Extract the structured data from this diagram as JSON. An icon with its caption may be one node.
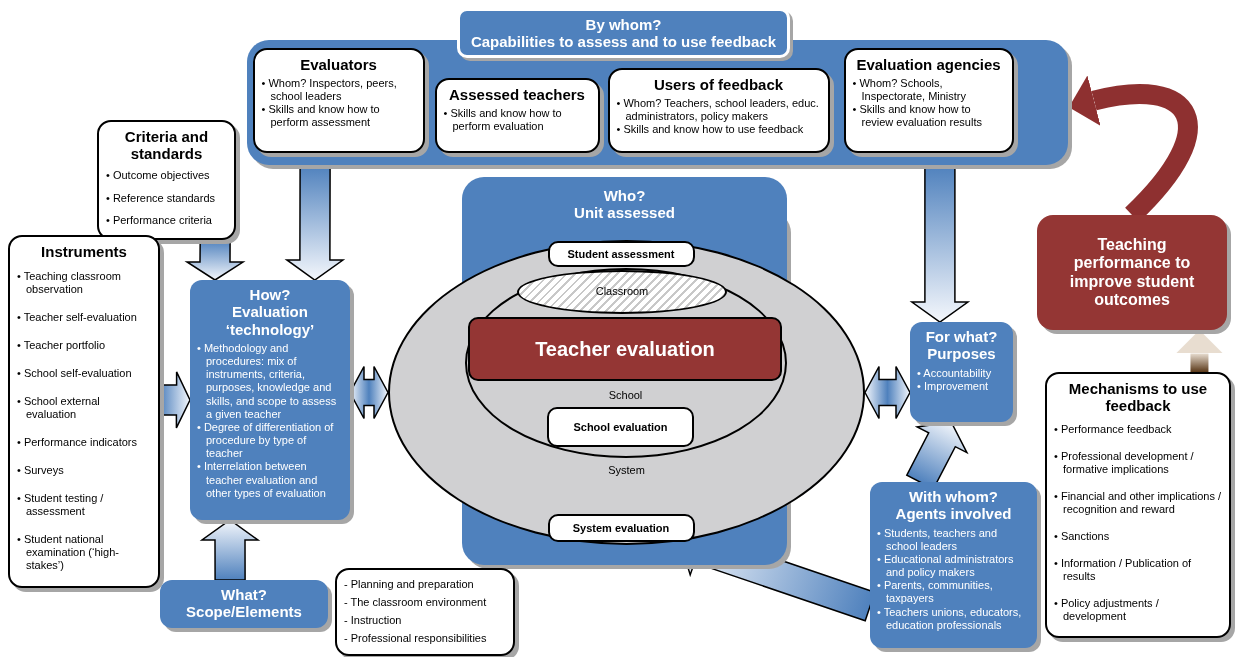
{
  "diagram": {
    "nodes": [
      {
        "text": [
          "By whom?",
          "Capabilities to assess and to use feedback"
        ]
      },
      {
        "text": [
          "Evaluators",
          "• Whom? Inspectors, peers, school leaders",
          "• Skills and know how to perform assessment"
        ],
        "in": 0
      },
      {
        "text": [
          "Assessed teachers",
          "• Skills and know how to perform evaluation"
        ],
        "in": 0
      },
      {
        "text": [
          "Users of feedback",
          "• Whom? Teachers, school leaders, educ. administrators, policy makers",
          "• Skills and know how to use feedback"
        ],
        "in": 0
      },
      {
        "text": [
          "Evaluation agencies",
          "• Whom? Schools, Inspectorate, Ministry",
          "• Skills and know how to review evaluation results"
        ],
        "in": 0
      },
      {
        "text": [
          "Criteria and standards",
          "• Outcome objectives",
          "• Reference standards",
          "• Performance criteria"
        ]
      },
      {
        "text": [
          "Instruments",
          "• Teaching classroom observation",
          "• Teacher self-evaluation",
          "• Teacher portfolio",
          "• School self-evaluation",
          "• School external evaluation",
          "• Performance indicators",
          "• Surveys",
          "• Student testing / assessment",
          "• Student national examination (‘high-stakes’)"
        ]
      },
      {
        "text": [
          "How?",
          "Evaluation ‘technology’",
          "• Methodology and procedures: mix of instruments, criteria, purposes, knowledge and skills, and scope to assess a given teacher",
          "• Degree of differentiation of procedure by type of teacher",
          "• Interrelation between teacher evaluation and other types of evaluation"
        ]
      },
      {
        "text": [
          "Who?",
          "Unit assessed"
        ]
      },
      {
        "text": [
          "System"
        ]
      },
      {
        "text": [
          "School"
        ],
        "in": 9
      },
      {
        "text": [
          "Classroom"
        ],
        "in": 10
      },
      {
        "text": [
          "Student assessment"
        ],
        "in": 9
      },
      {
        "text": [
          "Teacher evaluation"
        ],
        "in": 10
      },
      {
        "text": [
          "School evaluation"
        ],
        "in": 10
      },
      {
        "text": [
          "System evaluation"
        ],
        "in": 9
      },
      {
        "text": [
          "For what?",
          "Purposes",
          "• Accountability",
          "• Improvement"
        ]
      },
      {
        "text": [
          "Mechanisms to use feedback",
          "• Performance feedback",
          "• Professional development / formative implications",
          "• Financial and other implications / recognition and reward",
          "• Sanctions",
          "• Information / Publication of results",
          "• Policy adjustments / development"
        ]
      },
      {
        "text": [
          "Teaching performance to improve student outcomes"
        ]
      },
      {
        "text": [
          "With whom?",
          "Agents involved",
          "• Students, teachers and school leaders",
          "• Educational administrators and policy makers",
          "• Parents, communities, taxpayers",
          "• Teachers unions, educators, education professionals"
        ]
      },
      {
        "text": [
          "What?",
          "Scope/Elements"
        ]
      },
      {
        "text": [
          "- Planning and preparation",
          "- The classroom environment",
          "- Instruction",
          "- Professional responsibilities"
        ]
      }
    ],
    "edges": [
      {
        "from": 0,
        "to": 7,
        "arrow": "to"
      },
      {
        "from": 0,
        "to": 16,
        "arrow": "to"
      },
      {
        "from": 5,
        "to": 7,
        "arrow": "to"
      },
      {
        "from": 6,
        "to": 7,
        "arrow": "to"
      },
      {
        "from": 20,
        "to": 7,
        "arrow": "to"
      },
      {
        "from": 7,
        "to": 9,
        "arrow": "both"
      },
      {
        "from": 9,
        "to": 16,
        "arrow": "both"
      },
      {
        "from": 19,
        "to": 16,
        "arrow": "to"
      },
      {
        "from": 19,
        "to": 15,
        "arrow": "to"
      },
      {
        "from": 17,
        "to": 18,
        "arrow": "to"
      },
      {
        "from": 18,
        "to": 0,
        "arrow": "to"
      }
    ]
  }
}
